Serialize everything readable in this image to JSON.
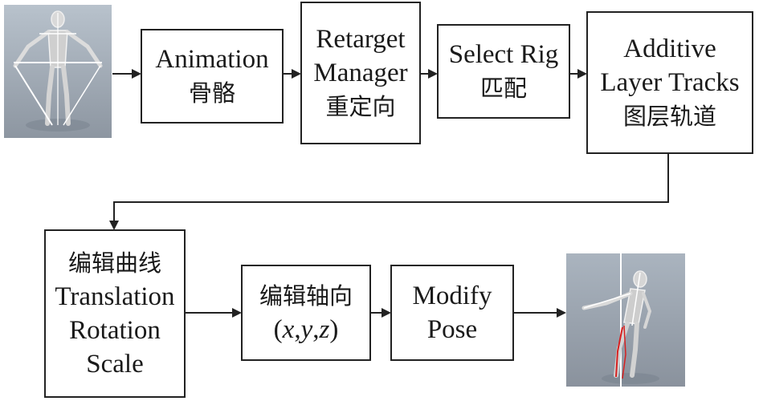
{
  "boxes": {
    "animation": {
      "line1": "Animation",
      "line2": "骨骼"
    },
    "retarget": {
      "line1": "Retarget",
      "line2": "Manager",
      "line3": "重定向"
    },
    "select_rig": {
      "line1": "Select Rig",
      "line2": "匹配"
    },
    "additive": {
      "line1": "Additive",
      "line2": "Layer Tracks",
      "line3": "图层轨道"
    },
    "edit_curve": {
      "line1": "编辑曲线",
      "line2": "Translation",
      "line3": "Rotation",
      "line4": "Scale"
    },
    "edit_axis": {
      "line1": "编辑轴向",
      "x": "x",
      "y": "y",
      "z": "z"
    },
    "modify_pose": {
      "line1": "Modify",
      "line2": "Pose"
    }
  },
  "colors": {
    "stroke": "#222222",
    "thumb_bg": "#9aa3ae",
    "highlight": "#d62020"
  }
}
